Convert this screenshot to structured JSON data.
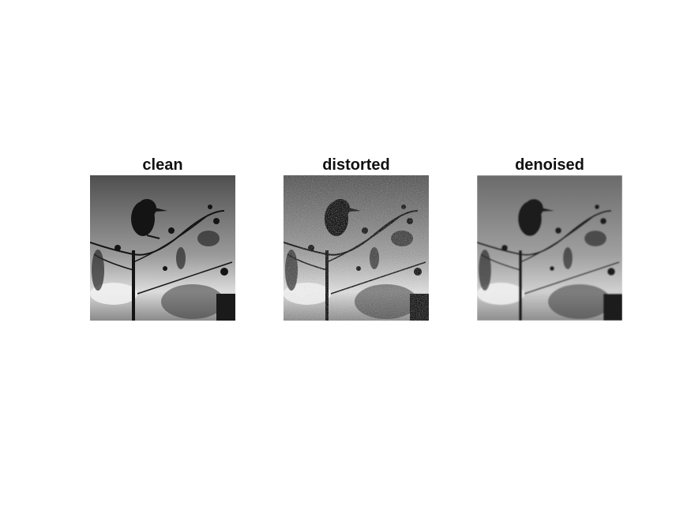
{
  "panels": [
    {
      "title": "clean",
      "variant": "clean"
    },
    {
      "title": "distorted",
      "variant": "distorted"
    },
    {
      "title": "denoised",
      "variant": "denoised"
    }
  ],
  "colors": {
    "background": "#ffffff",
    "sky_top": "#5c5c5c",
    "sky_bottom": "#d8d8d8",
    "silhouette": "#141414"
  }
}
